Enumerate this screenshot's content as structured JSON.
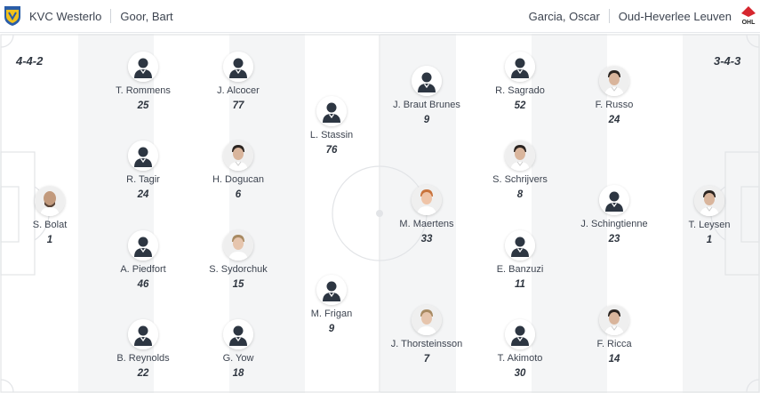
{
  "header": {
    "home_team": "KVC Westerlo",
    "home_coach": "Goor, Bart",
    "away_coach": "Garcia, Oscar",
    "away_team": "Oud-Heverlee Leuven",
    "home_logo_icon": "kvc-westerlo-crest-icon",
    "away_logo_icon": "ohl-crest-icon"
  },
  "home": {
    "formation": "4-4-2",
    "players": [
      {
        "name": "S. Bolat",
        "number": "1",
        "avatar": "photo-bald"
      },
      {
        "name": "T. Rommens",
        "number": "25",
        "avatar": "silhouette"
      },
      {
        "name": "R. Tagir",
        "number": "24",
        "avatar": "silhouette"
      },
      {
        "name": "A. Piedfort",
        "number": "46",
        "avatar": "silhouette"
      },
      {
        "name": "B. Reynolds",
        "number": "22",
        "avatar": "silhouette"
      },
      {
        "name": "J. Alcocer",
        "number": "77",
        "avatar": "silhouette"
      },
      {
        "name": "H. Dogucan",
        "number": "6",
        "avatar": "photo-dark"
      },
      {
        "name": "S. Sydorchuk",
        "number": "15",
        "avatar": "photo-light"
      },
      {
        "name": "G. Yow",
        "number": "18",
        "avatar": "silhouette"
      },
      {
        "name": "L. Stassin",
        "number": "76",
        "avatar": "silhouette"
      },
      {
        "name": "M. Frigan",
        "number": "9",
        "avatar": "silhouette"
      }
    ]
  },
  "away": {
    "formation": "3-4-3",
    "players": [
      {
        "name": "T. Leysen",
        "number": "1",
        "avatar": "photo-dark"
      },
      {
        "name": "F. Russo",
        "number": "24",
        "avatar": "photo-dark"
      },
      {
        "name": "J. Schingtienne",
        "number": "23",
        "avatar": "silhouette"
      },
      {
        "name": "F. Ricca",
        "number": "14",
        "avatar": "photo-dark"
      },
      {
        "name": "R. Sagrado",
        "number": "52",
        "avatar": "silhouette"
      },
      {
        "name": "S. Schrijvers",
        "number": "8",
        "avatar": "photo-dark"
      },
      {
        "name": "E. Banzuzi",
        "number": "11",
        "avatar": "silhouette"
      },
      {
        "name": "T. Akimoto",
        "number": "30",
        "avatar": "silhouette"
      },
      {
        "name": "J. Braut Brunes",
        "number": "9",
        "avatar": "silhouette"
      },
      {
        "name": "M. Maertens",
        "number": "33",
        "avatar": "photo-ginger"
      },
      {
        "name": "J. Thorsteinsson",
        "number": "7",
        "avatar": "photo-light"
      }
    ]
  }
}
